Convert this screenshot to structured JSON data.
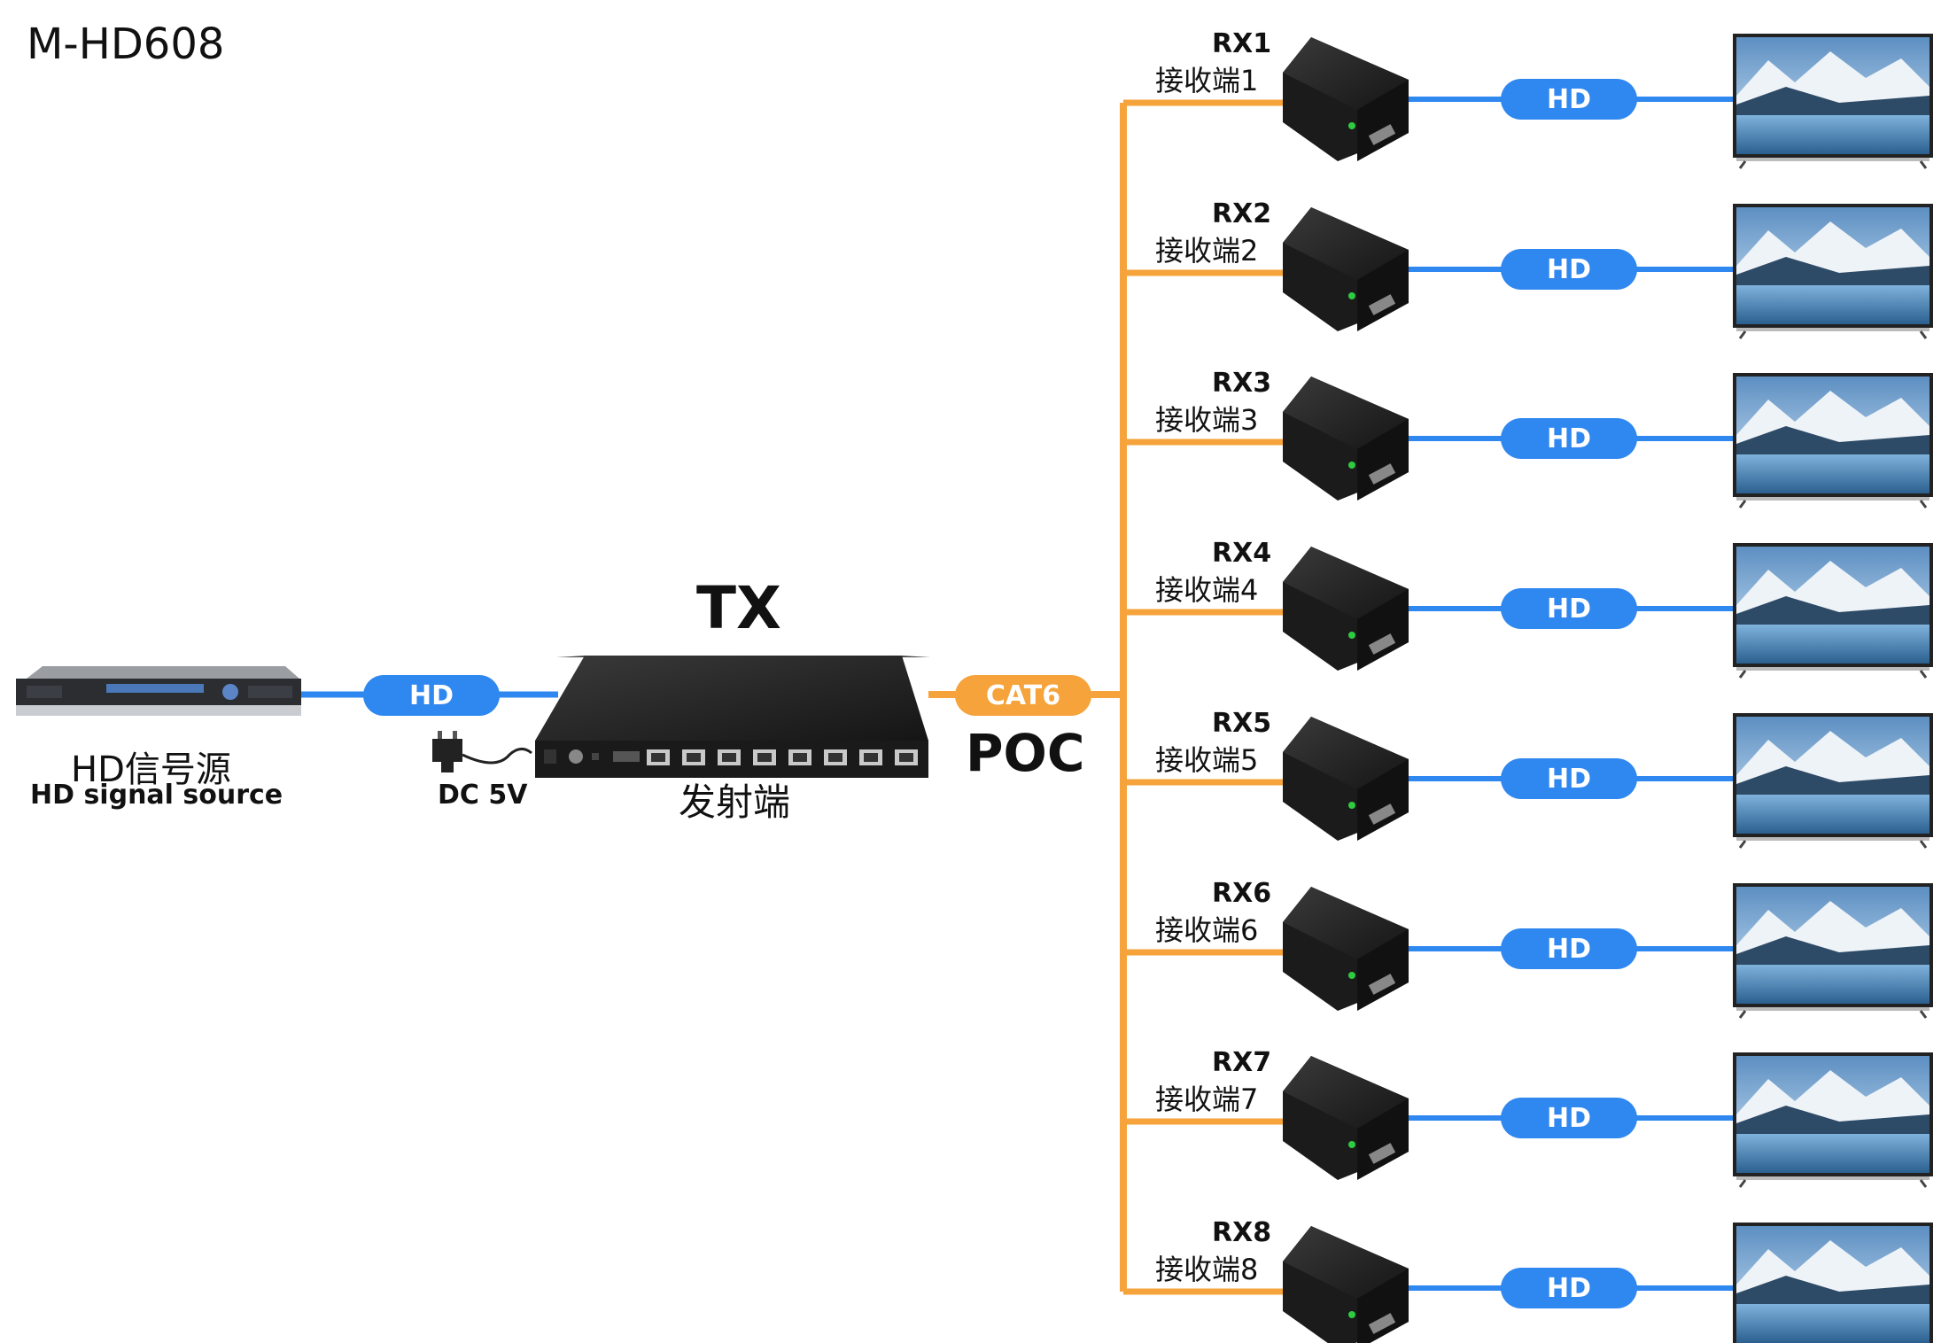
{
  "title": "M-HD608",
  "source": {
    "label_cn": "HD信号源",
    "label_en": "HD signal source"
  },
  "tx": {
    "label": "TX",
    "label_cn": "发射端",
    "power": "DC 5V"
  },
  "link_in": {
    "label": "HD"
  },
  "trunk": {
    "cable": "CAT6",
    "poc": "POC"
  },
  "receivers": [
    {
      "id": "RX1",
      "cn": "接收端1",
      "link": "HD"
    },
    {
      "id": "RX2",
      "cn": "接收端2",
      "link": "HD"
    },
    {
      "id": "RX3",
      "cn": "接收端3",
      "link": "HD"
    },
    {
      "id": "RX4",
      "cn": "接收端4",
      "link": "HD"
    },
    {
      "id": "RX5",
      "cn": "接收端5",
      "link": "HD"
    },
    {
      "id": "RX6",
      "cn": "接收端6",
      "link": "HD"
    },
    {
      "id": "RX7",
      "cn": "接收端7",
      "link": "HD"
    },
    {
      "id": "RX8",
      "cn": "接收端8",
      "link": "HD"
    }
  ],
  "colors": {
    "hdmi_line": "#2f87f0",
    "cat_line": "#f5a33a",
    "device": "#1f1f1f"
  }
}
